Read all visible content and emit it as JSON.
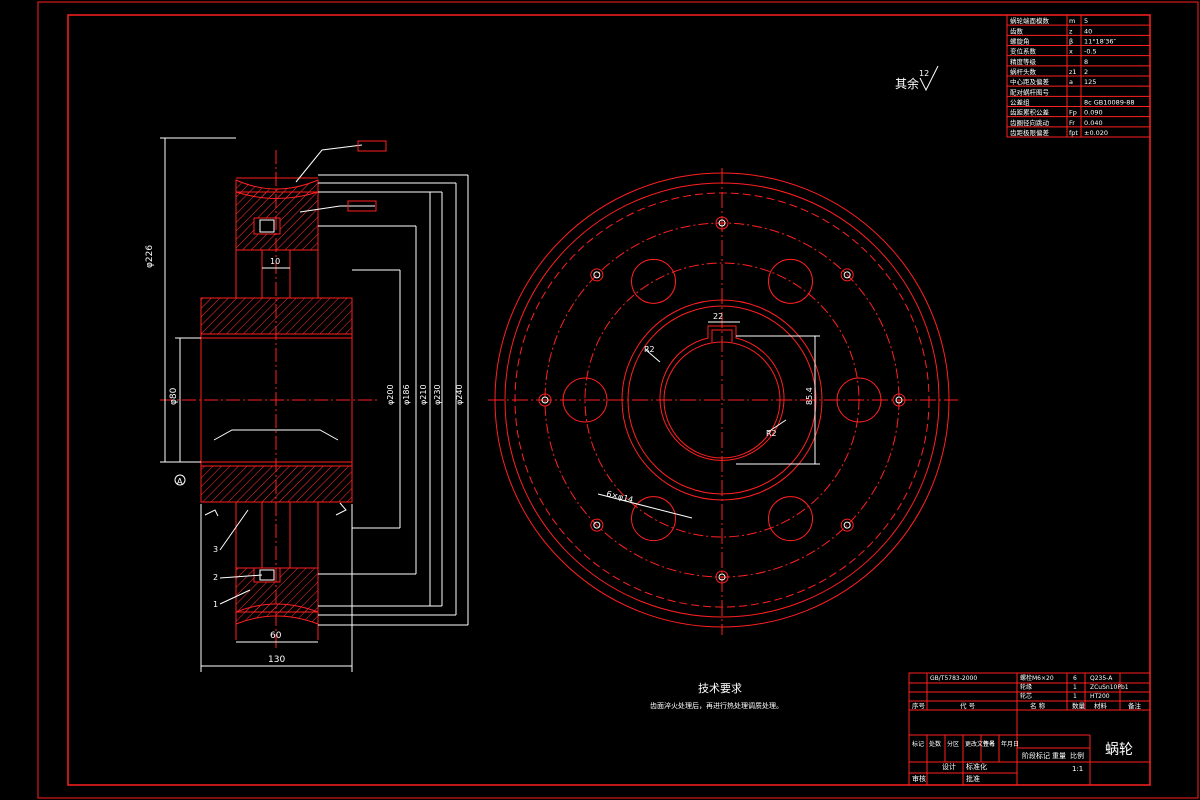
{
  "drawing": {
    "roughness_note": {
      "prefix": "其余",
      "value": "12"
    },
    "tech_requirements": {
      "title": "技术要求",
      "text": "齿面淬火处理后，再进行热处理调质处理。"
    },
    "title_block": {
      "part_name": "蜗轮",
      "scale": "1:1",
      "header_cells": [
        "序号",
        "代 号",
        "名 称",
        "数量",
        "材料",
        "备注"
      ],
      "parts": [
        {
          "no": "",
          "code": "GB/T5783-2000",
          "name": "螺栓M6×20",
          "qty": "6",
          "material": "Q235-A"
        },
        {
          "no": "",
          "code": "",
          "name": "轮缘",
          "qty": "1",
          "material": "ZCuSn10Pb1"
        },
        {
          "no": "",
          "code": "",
          "name": "轮芯",
          "qty": "1",
          "material": "HT200"
        }
      ],
      "sign_cells": [
        "标记",
        "处数",
        "分区",
        "更改文件号",
        "签名",
        "年月日"
      ],
      "design_row": [
        "设计",
        "",
        "标准化"
      ],
      "check_row": [
        "审核",
        "",
        "批准"
      ],
      "stage_labels": [
        "阶段标记",
        "重量",
        "比例"
      ]
    },
    "param_table": {
      "rows": [
        {
          "name": "蜗轮端面模数",
          "sym": "m",
          "val": "5"
        },
        {
          "name": "齿数",
          "sym": "z",
          "val": "40"
        },
        {
          "name": "螺旋角",
          "sym": "β",
          "val": "11°18′36″"
        },
        {
          "name": "变位系数",
          "sym": "x",
          "val": "-0.5"
        },
        {
          "name": "精度等级",
          "sym": "",
          "val": "8"
        },
        {
          "name": "蜗杆头数",
          "sym": "z1",
          "val": "2"
        },
        {
          "name": "中心距及偏差",
          "sym": "a",
          "val": "125"
        },
        {
          "name": "配对蜗杆图号",
          "sym": "",
          "val": ""
        },
        {
          "name": "公差组",
          "sym": "",
          "val": "8c GB10089-88"
        },
        {
          "name": "齿距累积公差",
          "sym": "Fp",
          "val": "0.090"
        },
        {
          "name": "齿圈径向跳动",
          "sym": "Fr",
          "val": "0.040"
        },
        {
          "name": "齿距极限偏差",
          "sym": "fpt",
          "val": "±0.020"
        }
      ]
    },
    "dimensions": {
      "left_height": "φ226",
      "hub_width": "130",
      "rim_width": "60",
      "key_width": "10",
      "hub_bore": "φ80",
      "dims_right": [
        "φ200",
        "φ186",
        "φ210",
        "φ230",
        "φ240"
      ],
      "datum": "A",
      "bolt_circle": "6×φ14",
      "bore_dim": "φ80",
      "key_slot": "22",
      "keyway_depth": "85.4",
      "radius_a": "R2",
      "radius_b": "R2"
    }
  },
  "colors": {
    "background": "#000000",
    "outline": "#ff2020",
    "dim": "#ffffff",
    "hatch": "#ff3030",
    "center": "#ff2020"
  }
}
